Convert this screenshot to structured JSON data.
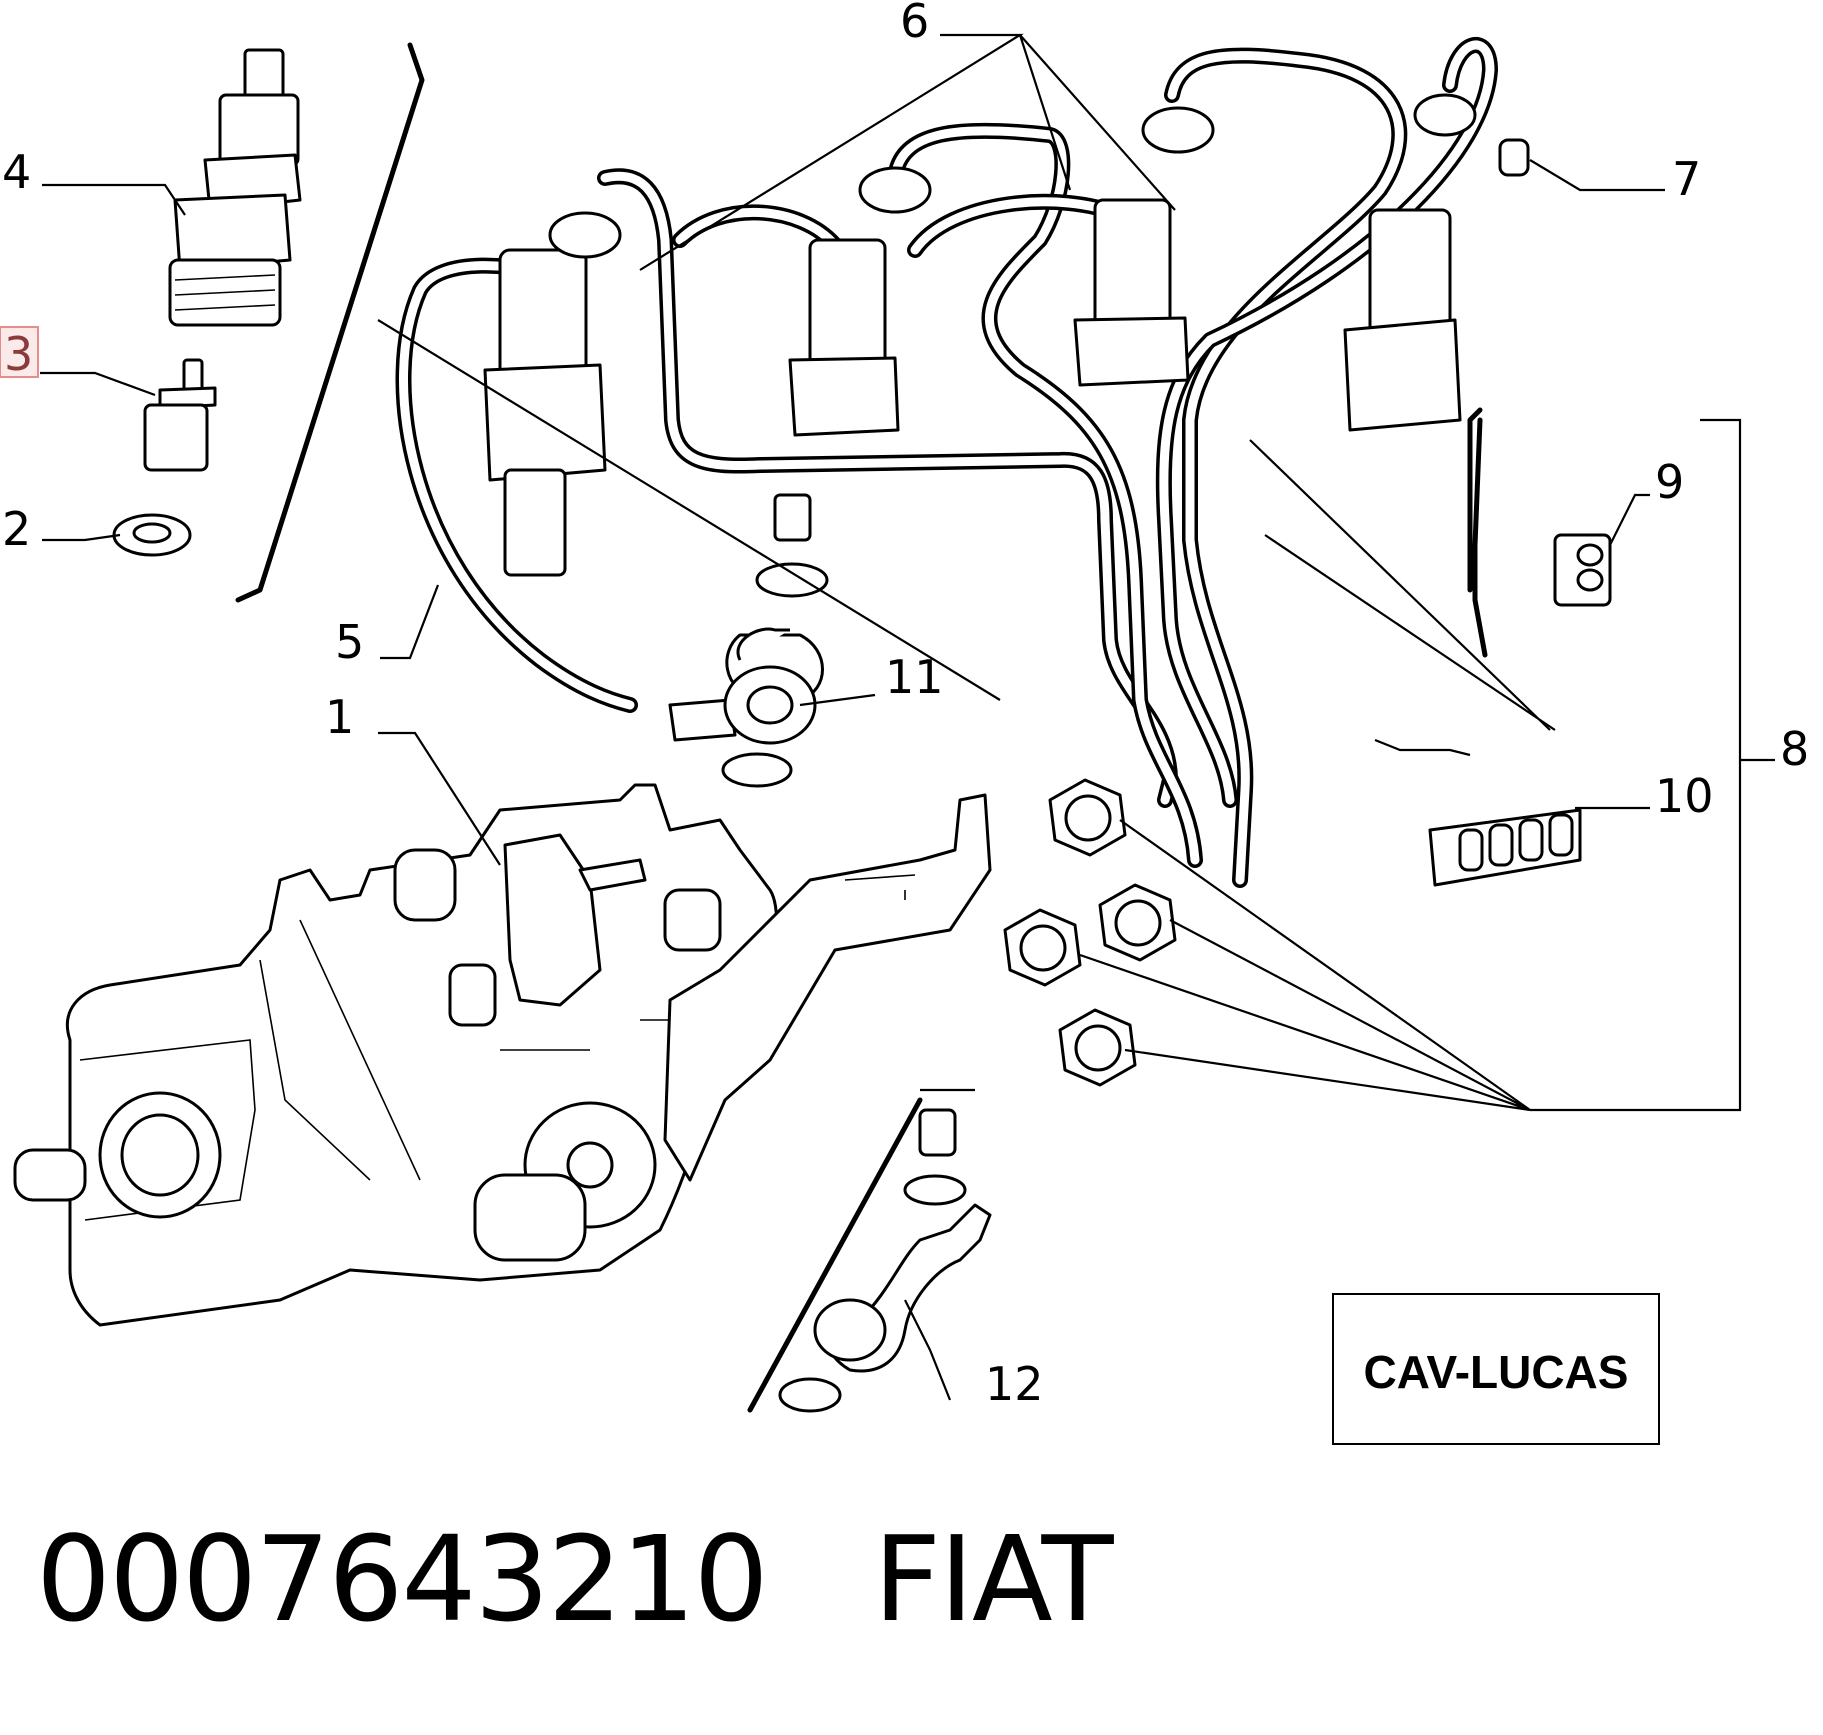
{
  "callouts": {
    "c1": "1",
    "c2": "2",
    "c3": "3",
    "c4": "4",
    "c5": "5",
    "c6": "6",
    "c7": "7",
    "c8": "8",
    "c9": "9",
    "c10": "10",
    "c11": "11",
    "c12": "12"
  },
  "highlighted_callout": "3",
  "variant_label": "CAV-LUCAS",
  "footer": {
    "part_number": "0007643210",
    "brand": "FIAT"
  }
}
